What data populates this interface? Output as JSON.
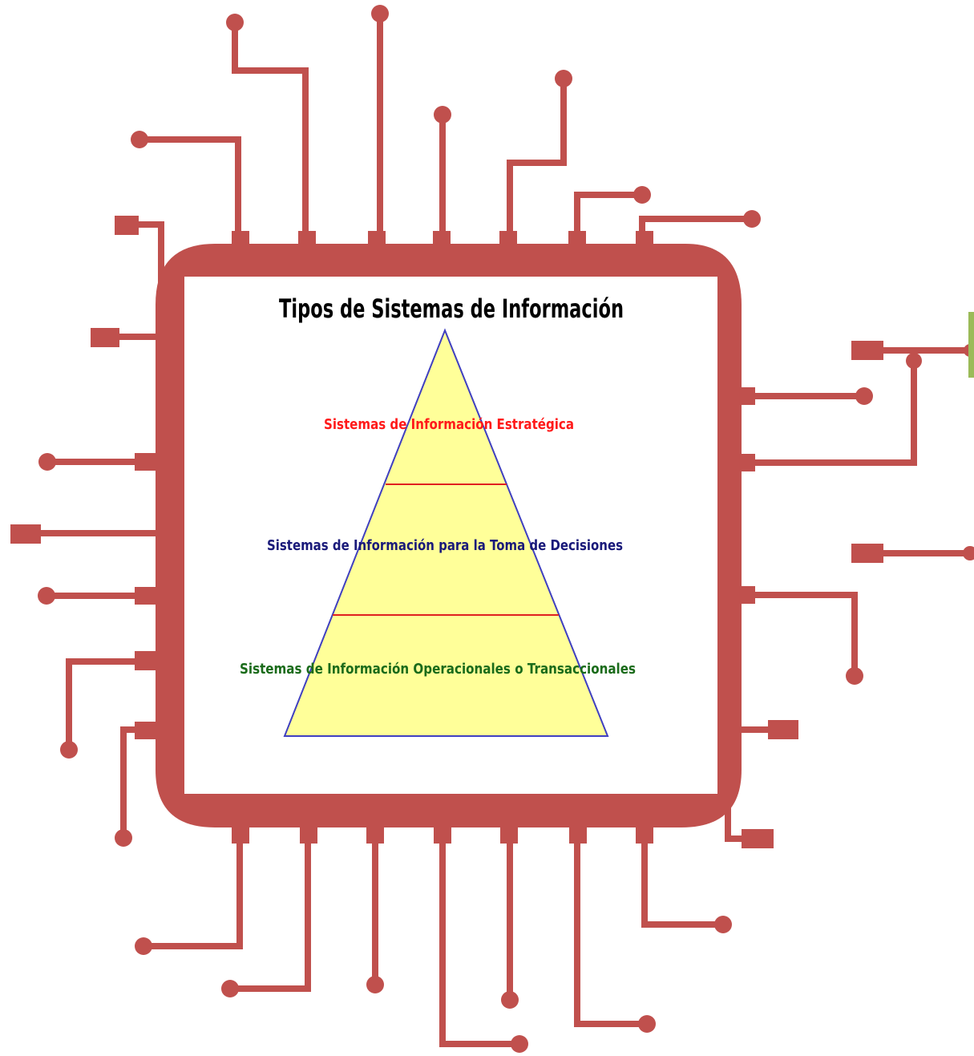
{
  "diagram": {
    "title": "Tipos de Sistemas de Información",
    "levels": [
      {
        "label": "Sistemas de Información Estratégica",
        "color": "#ff1a1a"
      },
      {
        "label": "Sistemas de Información para la Toma de Decisiones",
        "color": "#1a1a7a"
      },
      {
        "label": "Sistemas de Información Operacionales o Transaccionales",
        "color": "#1a6b1a"
      }
    ]
  },
  "colors": {
    "chip": "#c0504d",
    "pyramid_fill": "#ffff99",
    "pyramid_stroke": "#4040c0",
    "divider": "#e02020",
    "accent_tab": "#9bbb59"
  }
}
